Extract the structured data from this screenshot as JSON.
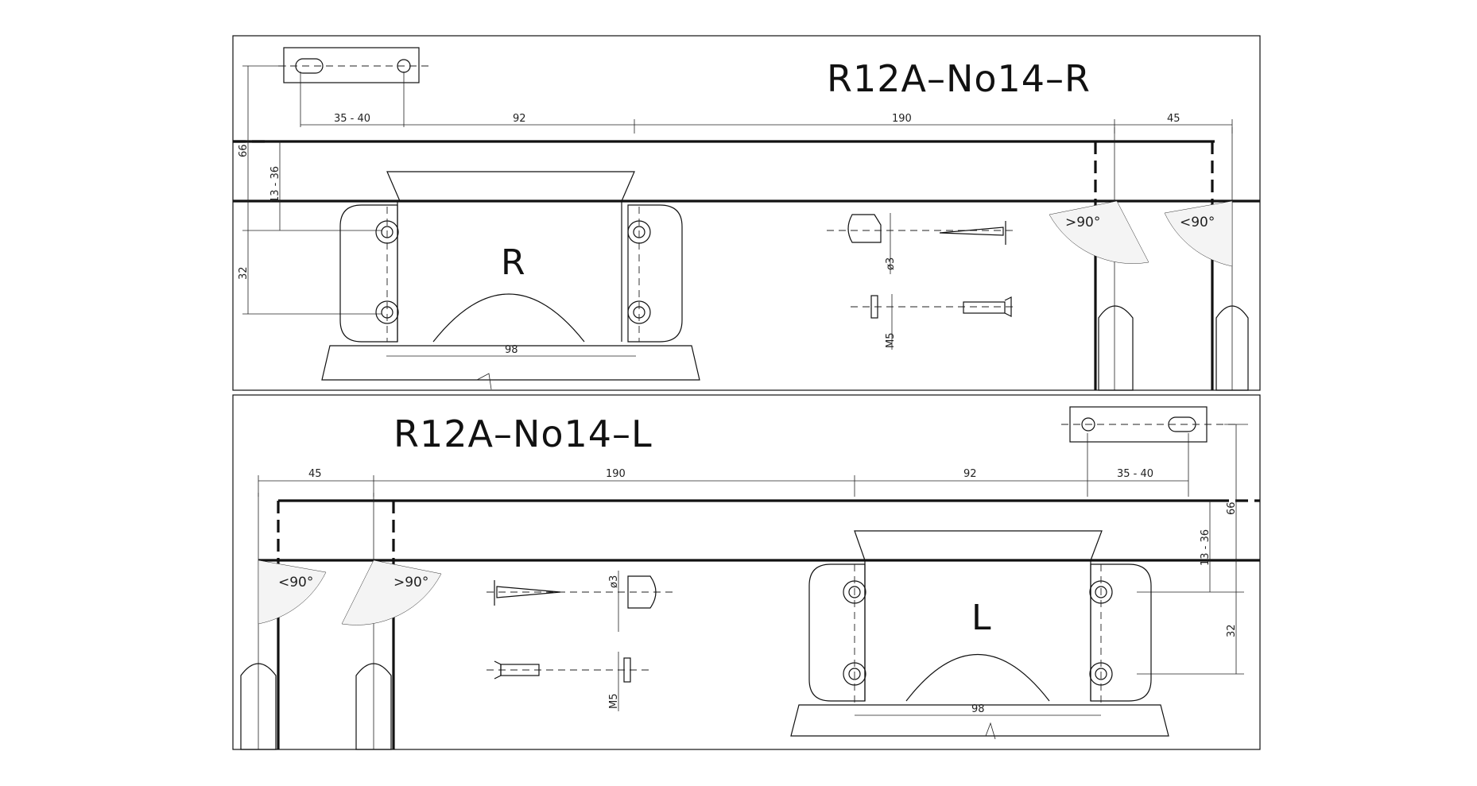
{
  "panel_r": {
    "title": "R12A–No14–R",
    "letter": "R",
    "dims": {
      "slot": "35 - 40",
      "a": "92",
      "b": "190",
      "c": "45",
      "height_total": "66",
      "gap": "13 - 36",
      "hole_pitch": "32",
      "width": "98"
    },
    "angle_1": ">90°",
    "angle_2": "<90°",
    "screw_dia": "ø3",
    "bolt_size": "M5"
  },
  "panel_l": {
    "title": "R12A–No14–L",
    "letter": "L",
    "dims": {
      "slot": "35 - 40",
      "a": "92",
      "b": "190",
      "c": "45",
      "height_total": "66",
      "gap": "13 - 36",
      "hole_pitch": "32",
      "width": "98"
    },
    "angle_1": "<90°",
    "angle_2": ">90°",
    "screw_dia": "ø3",
    "bolt_size": "M5"
  }
}
